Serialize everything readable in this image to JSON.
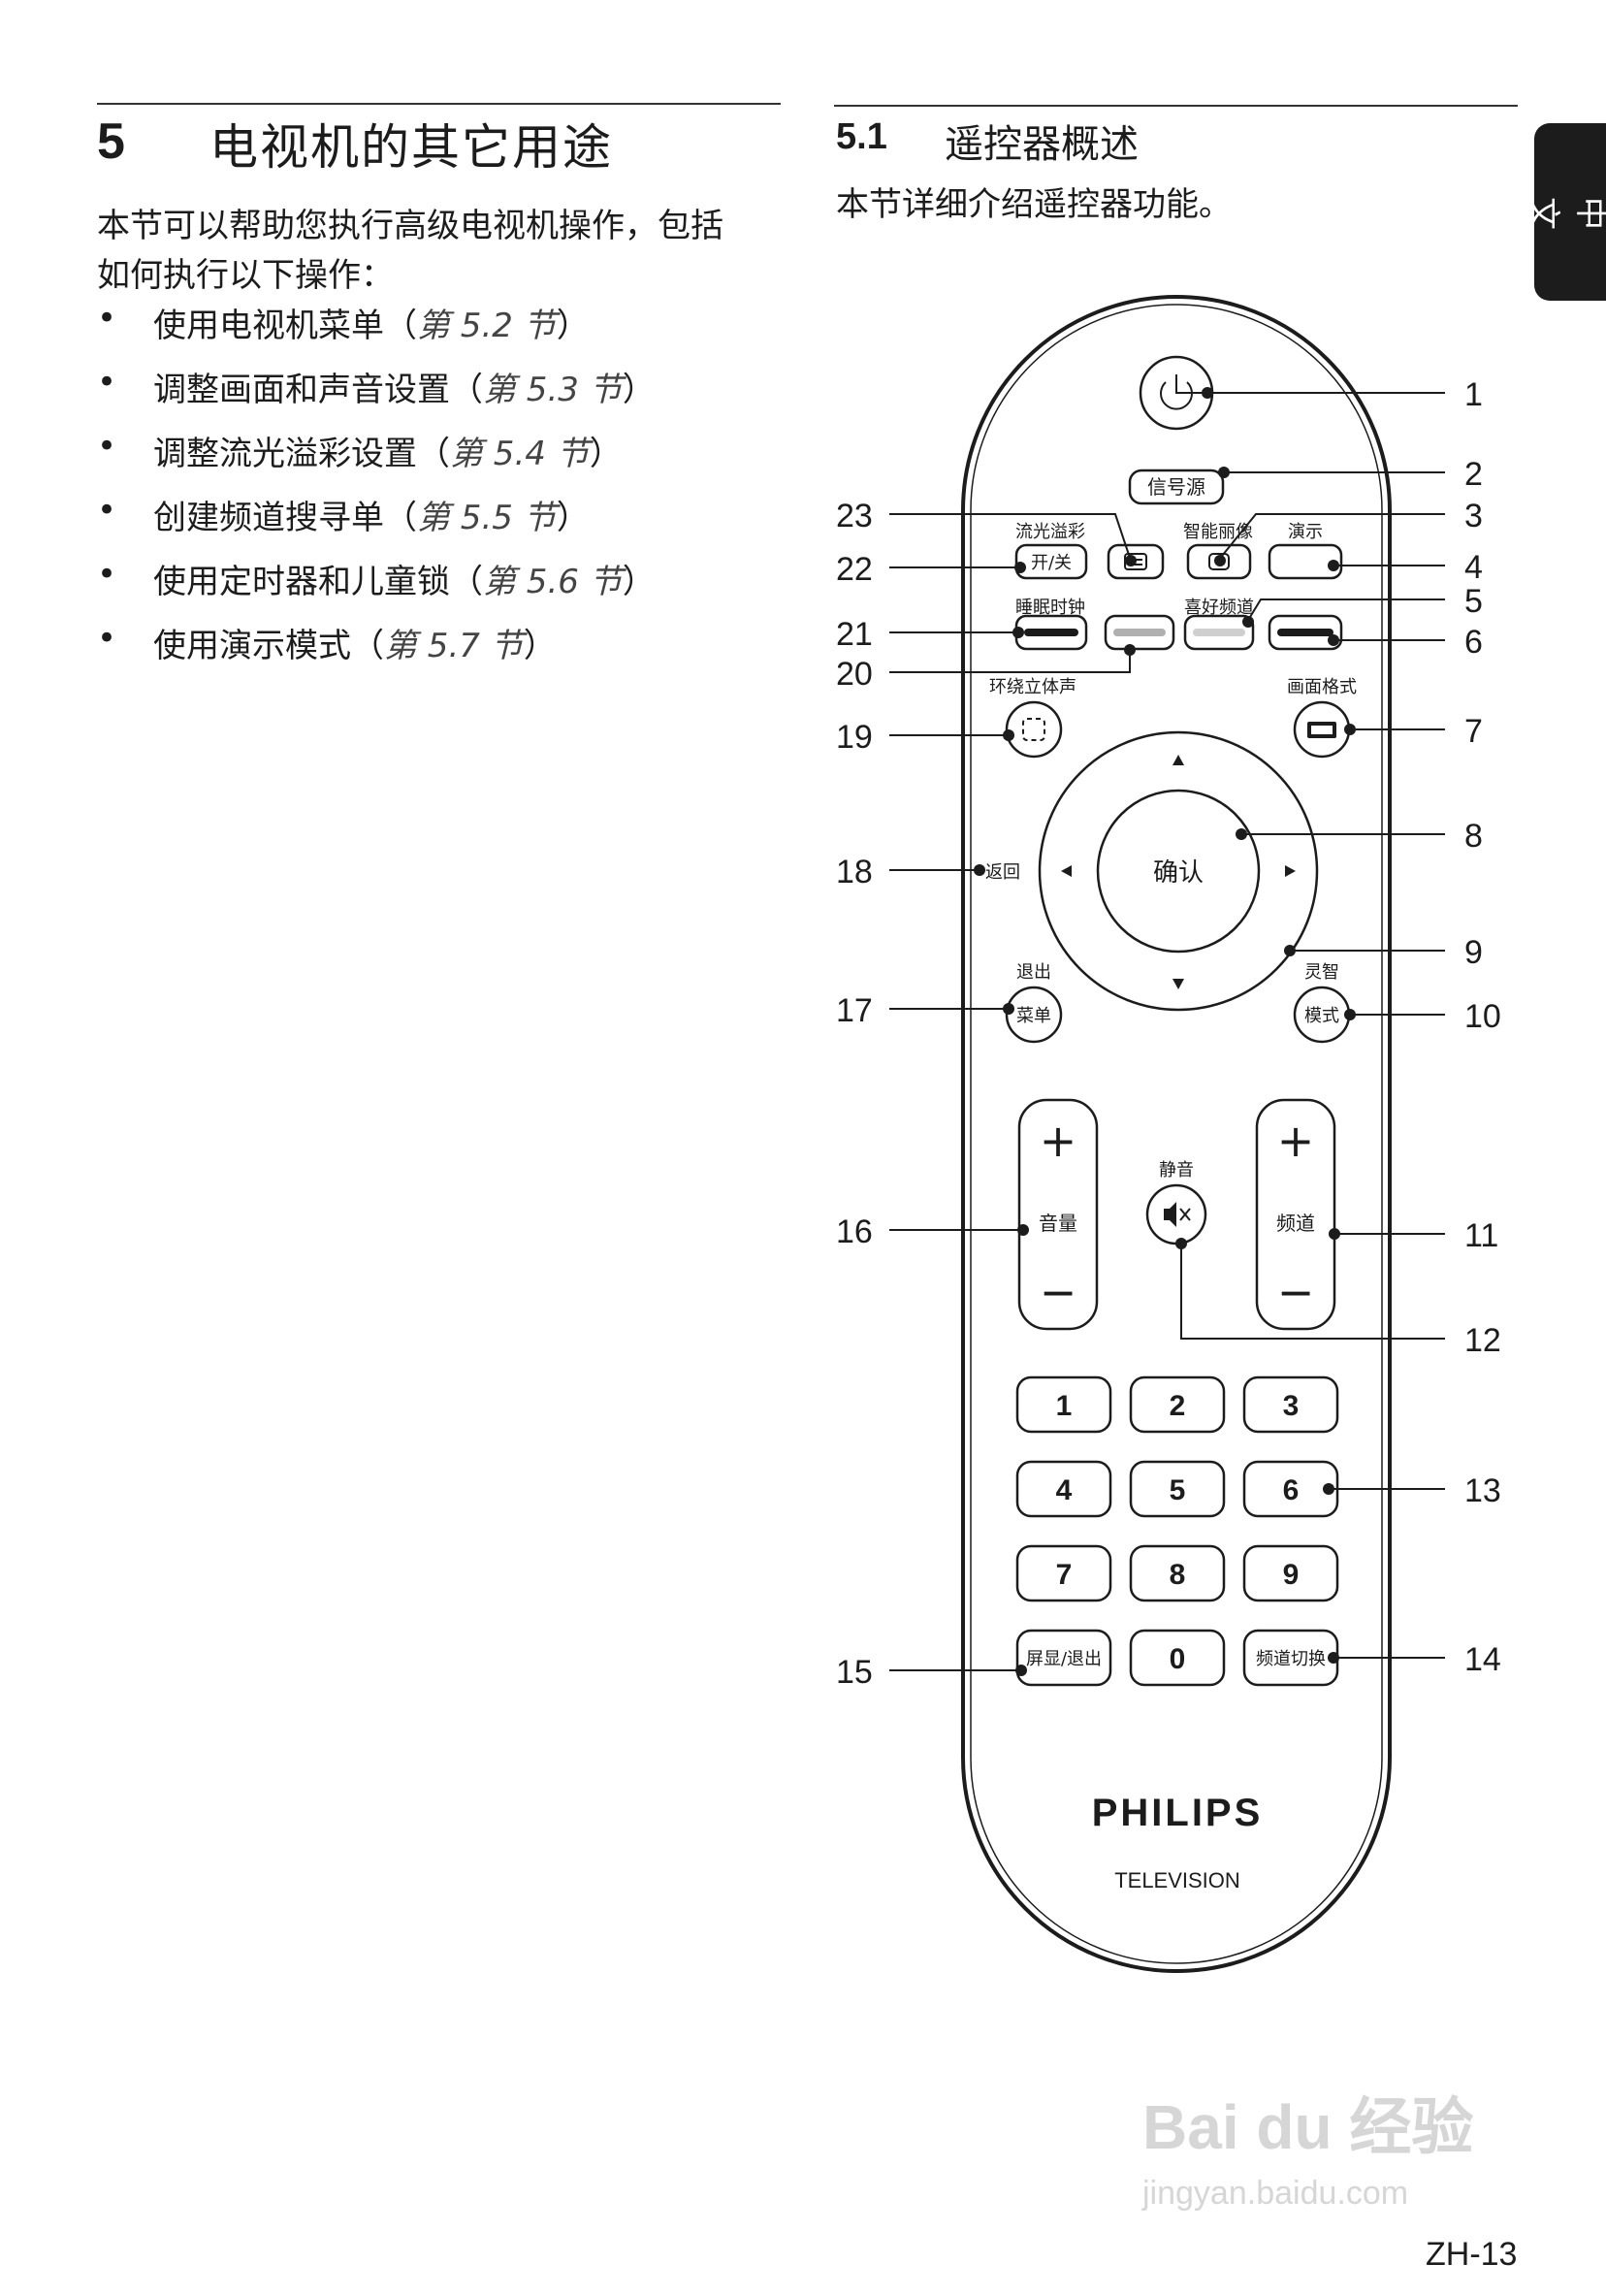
{
  "left": {
    "chapter_number": "5",
    "chapter_title": "电视机的其它用途",
    "intro": [
      "本节可以帮助您执行高级电视机操作，包括",
      "如何执行以下操作："
    ],
    "bullets": [
      {
        "text": "使用电视机菜单（",
        "ref": "第 5.2 节",
        "close": "）"
      },
      {
        "text": "调整画面和声音设置（",
        "ref": "第 5.3 节",
        "close": "）"
      },
      {
        "text": "调整流光溢彩设置（",
        "ref": "第 5.4 节",
        "close": "）"
      },
      {
        "text": "创建频道搜寻单（",
        "ref": "第 5.5 节",
        "close": "）"
      },
      {
        "text": "使用定时器和儿童锁（",
        "ref": "第 5.6 节",
        "close": "）"
      },
      {
        "text": "使用演示模式（",
        "ref": "第 5.7 节",
        "close": "）"
      }
    ]
  },
  "right": {
    "section_number": "5.1",
    "section_title": "遥控器概述",
    "section_intro": "本节详细介绍遥控器功能。"
  },
  "language_tab": "中文",
  "remote": {
    "source_button": "信号源",
    "ambilight_label": "流光溢彩",
    "ambilight_button": "开/关",
    "smart_picture_label": "智能丽像",
    "demo_label": "演示",
    "sleep_label": "睡眠时钟",
    "favorites_label": "喜好频道",
    "surround_label": "环绕立体声",
    "format_label": "画面格式",
    "ok_label": "确认",
    "back_label": "返回",
    "exit_label": "退出",
    "menu_button": "菜单",
    "smart_label": "灵智",
    "mode_button": "模式",
    "volume_label": "音量",
    "channel_label": "频道",
    "mute_label": "静音",
    "plus": "+",
    "minus": "−",
    "digits": [
      "1",
      "2",
      "3",
      "4",
      "5",
      "6",
      "7",
      "8",
      "9"
    ],
    "zero": "0",
    "osd_button": "屏显/退出",
    "channel_swap_button": "频道切换",
    "brand": "PHILIPS",
    "brand_sub": "TELEVISION",
    "button_colors": {
      "red": "#1a1a1a",
      "green": "#b0b0b0",
      "yellow": "#cfcfcf",
      "blue": "#1a1a1a"
    },
    "callouts": [
      "1",
      "2",
      "3",
      "4",
      "5",
      "6",
      "7",
      "8",
      "9",
      "10",
      "11",
      "12",
      "13",
      "14",
      "15",
      "16",
      "17",
      "18",
      "19",
      "20",
      "21",
      "22",
      "23"
    ]
  },
  "footer": {
    "page_label": "ZH-13",
    "watermark_main": "Bai du 经验",
    "watermark_url": "jingyan.baidu.com"
  }
}
